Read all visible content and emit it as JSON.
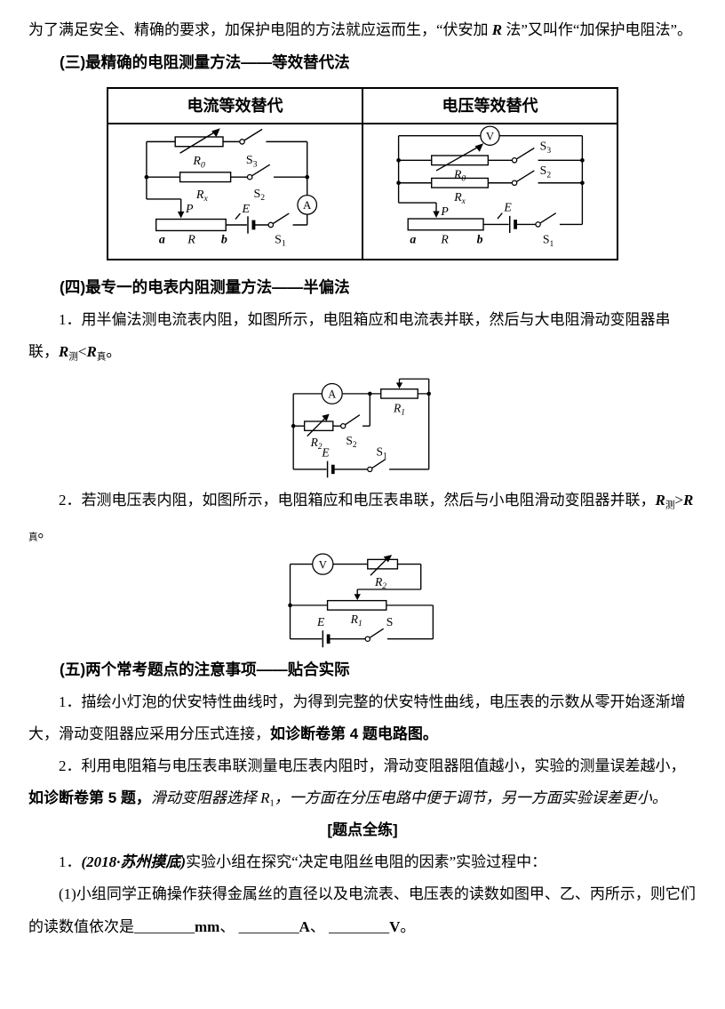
{
  "intro": {
    "runs": [
      {
        "t": "为了满足安全、精确的要求，加保护电阻的方法就应运而生，“伏安加 "
      },
      {
        "t": "R",
        "s": "bi"
      },
      {
        "t": " 法”又叫作“加保护电阻法”。"
      }
    ]
  },
  "sec3": {
    "heading": "(三)最精确的电阻测量方法——等效替代法"
  },
  "table": {
    "col1": "电流等效替代",
    "col2": "电压等效替代"
  },
  "t1": {
    "meter": "A",
    "r0m": "R",
    "r0s": "0",
    "s3m": "S",
    "s3s": "3",
    "rxm": "R",
    "rxs": "x",
    "s2m": "S",
    "s2s": "2",
    "p": "P",
    "e": "E",
    "s1m": "S",
    "s1s": "1",
    "a": "a",
    "r": "R",
    "b": "b"
  },
  "t2": {
    "meter": "V",
    "r0m": "R",
    "r0s": "0",
    "s3m": "S",
    "s3s": "3",
    "rxm": "R",
    "rxs": "x",
    "s2m": "S",
    "s2s": "2",
    "p": "P",
    "e": "E",
    "s1m": "S",
    "s1s": "1",
    "a": "a",
    "r": "R",
    "b": "b"
  },
  "sec4": {
    "heading": "(四)最专一的电表内阻测量方法——半偏法",
    "p1": {
      "runs": [
        {
          "t": "1．用半偏法测电流表内阻，如图所示，电阻箱应和电流表并联，然后与大电阻滑动变阻器串联，"
        },
        {
          "t": "R",
          "s": "bi"
        },
        {
          "t": "测",
          "s": "sub"
        },
        {
          "t": "<"
        },
        {
          "t": "R",
          "s": "bi"
        },
        {
          "t": "真",
          "s": "sub"
        },
        {
          "t": "。"
        }
      ]
    },
    "p2": {
      "runs": [
        {
          "t": "2．若测电压表内阻，如图所示，电阻箱应和电压表串联，然后与小电阻滑动变阻器并联，"
        },
        {
          "t": "R",
          "s": "bi"
        },
        {
          "t": "测",
          "s": "sub"
        },
        {
          "t": ">"
        },
        {
          "t": "R",
          "s": "bi"
        },
        {
          "t": "真",
          "s": "sub"
        },
        {
          "t": "。"
        }
      ]
    }
  },
  "h1": {
    "meter": "A",
    "r1m": "R",
    "r1s": "1",
    "r2m": "R",
    "r2s": "2",
    "s2m": "S",
    "s2s": "2",
    "e": "E",
    "s1m": "S",
    "s1s": "1"
  },
  "h2": {
    "meter": "V",
    "r2m": "R",
    "r2s": "2",
    "r1m": "R",
    "r1s": "1",
    "e": "E",
    "s": "S"
  },
  "sec5": {
    "heading": "(五)两个常考题点的注意事项——贴合实际",
    "p1": {
      "runs": [
        {
          "t": "1．描绘小灯泡的伏安特性曲线时，为得到完整的伏安特性曲线，电压表的示数从零开始逐渐增大，滑动变阻器应采用分压式连接，"
        },
        {
          "t": "如诊断卷第 4 题电路图。",
          "s": "b"
        }
      ]
    },
    "p2": {
      "runs": [
        {
          "t": "2．利用电阻箱与电压表串联测量电压表内阻时，滑动变阻器阻值越小，实验的测量误差越小，"
        },
        {
          "t": "如诊断卷第 5 题，",
          "s": "b"
        },
        {
          "t": "滑动变阻器选择 ",
          "s": "k"
        },
        {
          "t": "R",
          "s": "i"
        },
        {
          "t": "1",
          "s": "sub"
        },
        {
          "t": "，一方面在分压电路中便于调节，另一方面实验误差更小。",
          "s": "k"
        }
      ]
    }
  },
  "practice": {
    "banner": "[题点全练]",
    "q1": {
      "runs": [
        {
          "t": "1．"
        },
        {
          "t": "(2018·苏州摸底)",
          "s": "bk"
        },
        {
          "t": "实验小组在探究“决定电阻丝电阻的因素”实验过程中："
        }
      ]
    },
    "q1_1": {
      "runs": [
        {
          "t": "(1)小组同学正确操作获得金属丝的直径以及电流表、电压表的读数如图甲、乙、丙所示，则它们的读数值依次是"
        },
        {
          "t": "________"
        },
        {
          "t": "mm",
          "s": "bs"
        },
        {
          "t": "、 "
        },
        {
          "t": "________"
        },
        {
          "t": "A",
          "s": "bs"
        },
        {
          "t": "、 "
        },
        {
          "t": "________"
        },
        {
          "t": "V",
          "s": "bs"
        },
        {
          "t": "。"
        }
      ]
    }
  }
}
